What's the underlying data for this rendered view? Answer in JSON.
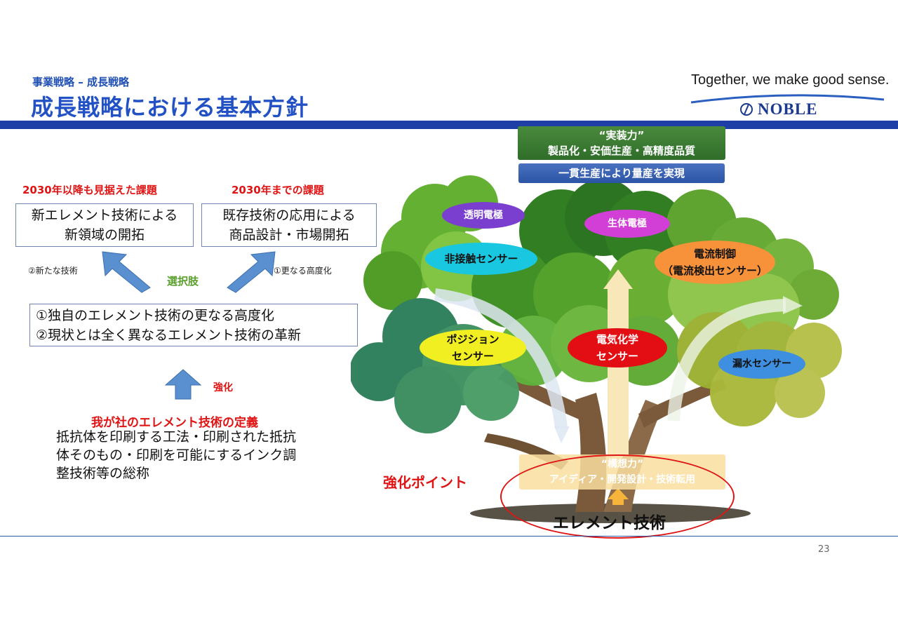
{
  "header": {
    "breadcrumb": "事業戦略 – 成長戦略",
    "title": "成長戦略における基本方針",
    "tagline": "Together, we make good sense.",
    "logo_text": "NOBLE"
  },
  "left": {
    "label_after_2030": "2030年以降も見据えた課題",
    "label_until_2030": "2030年までの課題",
    "box_new_line1": "新エレメント技術による",
    "box_new_line2": "新領域の開拓",
    "box_existing_line1": "既存技術の応用による",
    "box_existing_line2": "商品設計・市場開拓",
    "note_new_tech": "②新たな技術",
    "note_advancement": "①更なる高度化",
    "options_label": "選択肢",
    "choice_line1": "①独自のエレメント技術の更なる高度化",
    "choice_line2": "②現状とは全く異なるエレメント技術の革新",
    "strengthen_label": "強化",
    "definition_title": "我が社のエレメント技術の定義",
    "definition_line1": "抵抗体を印刷する工法・印刷された抵抗",
    "definition_line2": "体そのもの・印刷を可能にするインク調",
    "definition_line3": "整技術等の総称"
  },
  "tree": {
    "top_banner_title": "“実装力”",
    "top_banner_sub": "製品化・安価生産・高精度品質",
    "mass_banner": "一貫生産により量産を実現",
    "transparent_electrode": "透明電極",
    "bio_electrode": "生体電極",
    "noncontact_sensor": "非接触センサー",
    "current_control_line1": "電流制御",
    "current_control_line2": "（電流検出センサー）",
    "position_sensor_line1": "ポジション",
    "position_sensor_line2": "センサー",
    "electrochem_sensor_line1": "電気化学",
    "electrochem_sensor_line2": "センサー",
    "leak_sensor": "漏水センサー",
    "concept_title": "“構想力”",
    "concept_sub": "アイディア・開発設計・技術転用",
    "strengthen_point": "強化ポイント",
    "element_tech": "エレメント技術"
  },
  "footer": {
    "page_number": "23"
  },
  "colors": {
    "brand_blue": "#1f3fa6",
    "accent_red": "#e01414",
    "green_label": "#5aa02c"
  }
}
